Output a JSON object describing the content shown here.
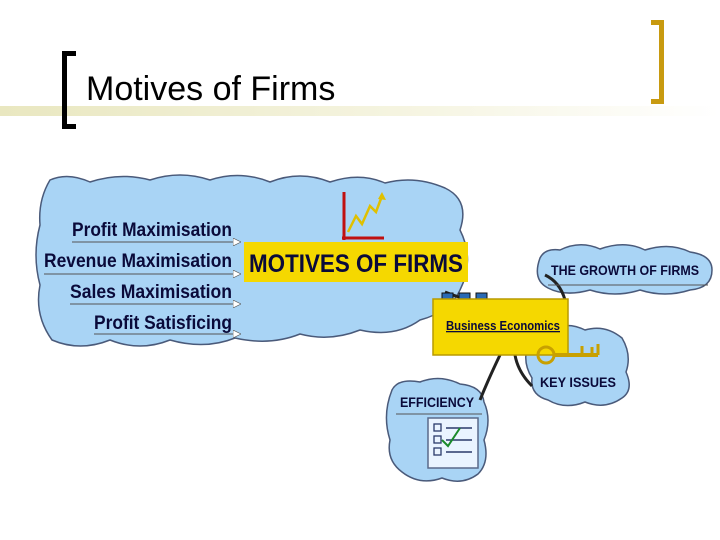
{
  "slide": {
    "title": "Motives of Firms"
  },
  "mindmap": {
    "central_topic": "MOTIVES OF FIRMS",
    "motives": [
      "Profit Maximisation",
      "Revenue Maximisation",
      "Sales Maximisation",
      "Profit Satisficing"
    ],
    "hub": "Business Economics",
    "growth": "THE GROWTH OF FIRMS",
    "key_issues": "KEY ISSUES",
    "efficiency": "EFFICIENCY"
  },
  "icons": [
    "growth-chart-icon",
    "key-icon",
    "checklist-icon"
  ],
  "colors": {
    "cloud_fill": "#a9d4f5",
    "cloud_stroke": "#4a5a7a",
    "hub_fill": "#f5d800",
    "title_bracket_gold": "#c89a10",
    "text_dark": "#0a0a3a"
  }
}
